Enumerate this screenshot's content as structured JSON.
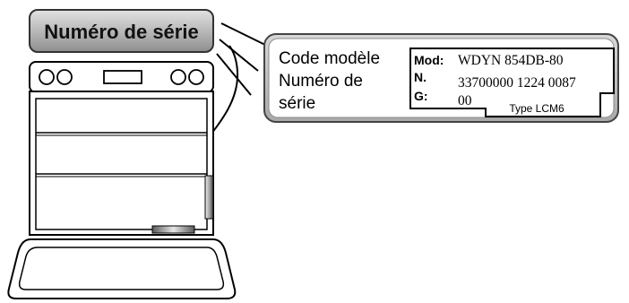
{
  "title_badge": "Numéro de série",
  "callout": {
    "lines": [
      "Code modèle",
      "Numéro de",
      "série"
    ]
  },
  "plate": {
    "rows": [
      {
        "key": "Mod:",
        "value": "WDYN 854DB-80"
      },
      {
        "key": "N.",
        "value": "33700000 1224 0087"
      },
      {
        "key": "G:",
        "value": "00"
      }
    ],
    "type_label": "Type LCM6"
  }
}
